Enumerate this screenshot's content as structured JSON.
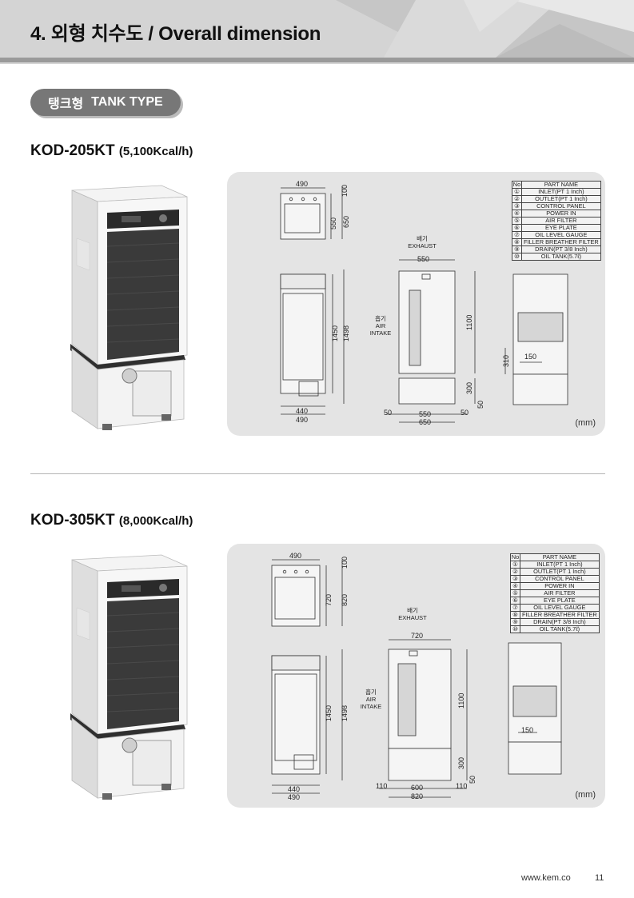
{
  "header": {
    "title": "4. 외형 치수도 / Overall dimension"
  },
  "type_badge": {
    "ko": "탱크형",
    "en": "TANK TYPE"
  },
  "parts_header": {
    "no": "No",
    "name": "PART NAME"
  },
  "parts": [
    {
      "no": "①",
      "name": "INLET(PT 1 Inch)"
    },
    {
      "no": "②",
      "name": "OUTLET(PT 1 Inch)"
    },
    {
      "no": "③",
      "name": "CONTROL PANEL"
    },
    {
      "no": "④",
      "name": "POWER IN"
    },
    {
      "no": "⑤",
      "name": "AIR FILTER"
    },
    {
      "no": "⑥",
      "name": "EYE PLATE"
    },
    {
      "no": "⑦",
      "name": "OIL LEVEL GAUGE"
    },
    {
      "no": "⑧",
      "name": "FILLER BREATHER FILTER"
    },
    {
      "no": "⑨",
      "name": "DRAIN(PT 3/8 Inch)"
    },
    {
      "no": "⑩",
      "name": "OIL TANK(5.7ℓ)"
    }
  ],
  "labels": {
    "exhaust_ko": "배기",
    "exhaust_en": "EXHAUST",
    "intake_ko": "흡기",
    "intake_en1": "AIR",
    "intake_en2": "INTAKE",
    "unit": "(mm)"
  },
  "models": [
    {
      "name": "KOD-205KT",
      "capacity": "(5,100Kcal/h)",
      "dims": {
        "top_w": "490",
        "top_h1": "100",
        "top_h2": "550",
        "top_h3": "650",
        "side_top": "550",
        "front_h1": "1450",
        "front_h2": "1498",
        "side_h": "1100",
        "side_h2": "300",
        "side_h3": "50",
        "front_b1": "440",
        "front_b2": "490",
        "side_b1": "50",
        "side_b2": "550",
        "side_b3": "50",
        "side_b4": "650",
        "back_h": "310",
        "back_w": "150"
      }
    },
    {
      "name": "KOD-305KT",
      "capacity": "(8,000Kcal/h)",
      "dims": {
        "top_w": "490",
        "top_h1": "100",
        "top_h2": "720",
        "top_h3": "820",
        "side_top": "720",
        "front_h1": "1450",
        "front_h2": "1498",
        "side_h": "1100",
        "side_h2": "300",
        "side_h3": "50",
        "front_b1": "440",
        "front_b2": "490",
        "side_b1": "110",
        "side_b2": "600",
        "side_b3": "110",
        "side_b4": "820",
        "back_w": "150"
      }
    }
  ],
  "footer": {
    "url": "www.kem.co",
    "page": "11"
  }
}
